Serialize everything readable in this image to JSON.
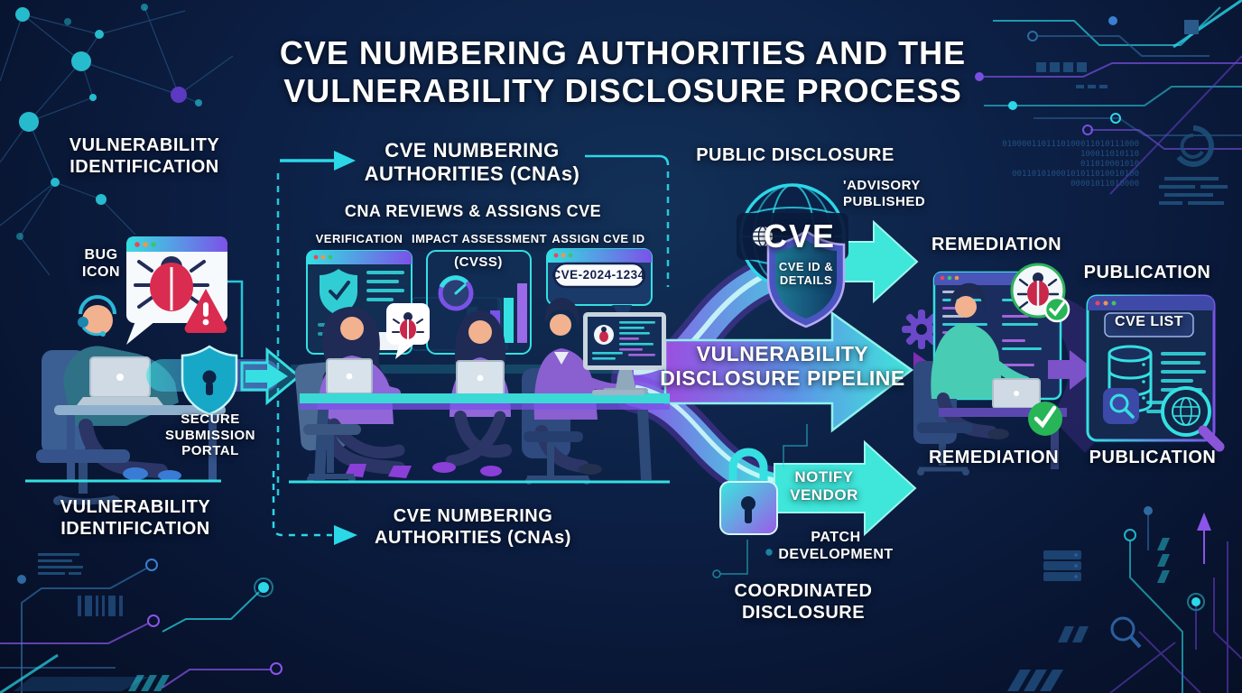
{
  "title": {
    "line1": "CVE NUMBERING AUTHORITIES AND THE",
    "line2": "VULNERABILITY DISCLOSURE PROCESS"
  },
  "stage_identify": {
    "heading_top_1": "VULNERABILITY",
    "heading_top_2": "IDENTIFICATION",
    "bug_label_1": "BUG",
    "bug_label_2": "ICON",
    "portal_1": "SECURE",
    "portal_2": "SUBMISSION",
    "portal_3": "PORTAL",
    "heading_bottom_1": "VULNERABILITY",
    "heading_bottom_2": "IDENTIFICATION"
  },
  "stage_cna": {
    "heading_top_1": "CVE NUMBERING",
    "heading_top_2": "AUTHORITIES (CNAs)",
    "subheading": "CNA REVIEWS & ASSIGNS CVE",
    "step1": "VERIFICATION",
    "step2": "IMPACT ASSESSMENT",
    "step2_sub": "(CVSS)",
    "step3": "ASSIGN CVE ID",
    "cve_id": "CVE-2024-1234",
    "heading_bottom_1": "CVE NUMBERING",
    "heading_bottom_2": "AUTHORITIES (CNAs)"
  },
  "stage_disclosure": {
    "heading": "PUBLIC DISCLOSURE",
    "advisory_1": "'ADVISORY",
    "advisory_2": "PUBLISHED",
    "cve_logo": "CVE",
    "shield_1": "CVE ID &",
    "shield_2": "DETAILS",
    "pipeline_1": "VULNERABILITY",
    "pipeline_2": "DISCLOSURE PIPELINE"
  },
  "stage_coordinated": {
    "notify_1": "NOTIFY",
    "notify_2": "VENDOR",
    "patch_1": "PATCH",
    "patch_2": "DEVELOPMENT",
    "heading_1": "COORDINATED",
    "heading_2": "DISCLOSURE"
  },
  "stage_remediation": {
    "heading_top": "REMEDIATION",
    "heading_bottom": "REMEDIATION"
  },
  "stage_publication": {
    "heading_top": "PUBLICATION",
    "cve_list": "CVE LIST",
    "heading_bottom": "PUBLICATION"
  },
  "decor": {
    "binary_lines": [
      "0100001101110100011010111000",
      "100011010110",
      "011010001010",
      "00110101000101011010010100",
      "00001011010000"
    ]
  },
  "colors": {
    "background": "#0c1f44",
    "teal": "#35dfe2",
    "purple": "#7b52e8",
    "arrow_teal": "#3fe6da",
    "bug_red": "#d92c50",
    "check_green": "#27b557",
    "white": "#ffffff"
  }
}
